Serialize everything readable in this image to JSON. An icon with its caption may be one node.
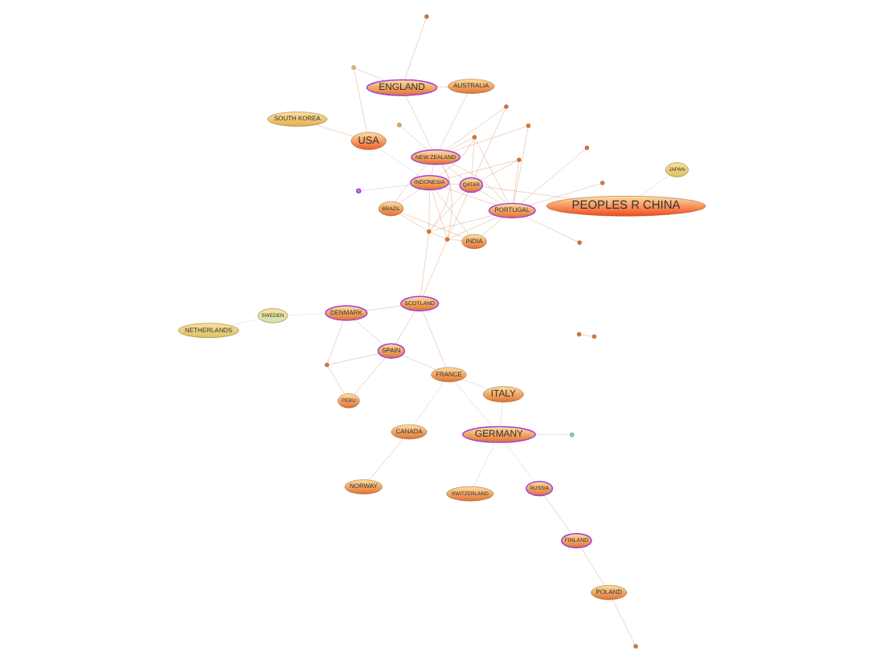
{
  "diagram": {
    "nodes": [
      {
        "text": [
          "NORWAY"
        ]
      },
      {
        "text": [
          "CANADA"
        ]
      },
      {
        "text": [
          "ITALY"
        ]
      },
      {
        "text": [
          "PERU"
        ]
      },
      {
        "text": [
          "RUSSIA"
        ]
      },
      {
        "text": [
          "SPAIN"
        ]
      },
      {
        "text": [
          "SWEDEN"
        ]
      },
      {
        "text": [
          "FRANCE"
        ]
      },
      {
        "text": [
          "FINLAND"
        ]
      },
      {
        "text": [
          "POLAND"
        ]
      },
      {
        "text": [
          "GERMANY"
        ]
      },
      {
        "text": [
          "SWITZERLAND"
        ]
      },
      {
        "text": [
          "SCOTLAND"
        ]
      },
      {
        "text": [
          "DENMARK"
        ]
      },
      {
        "text": [
          "NETHERLANDS"
        ]
      },
      {
        "text": [
          "INDONESIA"
        ]
      },
      {
        "text": [
          "JAPAN"
        ]
      },
      {
        "text": [
          "SOUTH KOREA"
        ]
      },
      {
        "text": [
          "USA"
        ]
      },
      {
        "text": [
          "QATAR"
        ]
      },
      {
        "text": [
          "PEOPLES R CHINA"
        ]
      },
      {
        "text": [
          "BRAZIL"
        ]
      },
      {
        "text": [
          "INDIA"
        ]
      },
      {
        "text": [
          "PORTUGAL"
        ]
      },
      {
        "text": [
          "NEW ZEALAND"
        ]
      },
      {
        "text": [
          "AUSTRALIA"
        ]
      },
      {
        "text": [
          "ENGLAND"
        ]
      },
      {
        "text": [],
        "shape": "circle"
      },
      {
        "text": [],
        "shape": "circle"
      },
      {
        "text": [],
        "shape": "circle"
      },
      {
        "text": [],
        "shape": "circle"
      },
      {
        "text": [],
        "shape": "circle"
      },
      {
        "text": [],
        "shape": "circle"
      },
      {
        "text": [],
        "shape": "circle"
      },
      {
        "text": [],
        "shape": "circle"
      },
      {
        "text": [],
        "shape": "circle"
      },
      {
        "text": [],
        "shape": "circle"
      },
      {
        "text": [],
        "shape": "circle"
      },
      {
        "text": [],
        "shape": "circle"
      },
      {
        "text": [],
        "shape": "circle"
      },
      {
        "text": [],
        "shape": "circle"
      },
      {
        "text": [],
        "shape": "circle"
      },
      {
        "text": [],
        "shape": "circle"
      },
      {
        "text": [],
        "shape": "circle"
      },
      {
        "text": [],
        "shape": "circle"
      }
    ],
    "edges": [
      {
        "from": 0,
        "to": 1,
        "arrow": "none"
      },
      {
        "from": 1,
        "to": 7,
        "arrow": "none",
        "color": "#9ec5e8"
      },
      {
        "from": 2,
        "to": 10,
        "arrow": "none",
        "color": "#9ec5e8"
      },
      {
        "from": 2,
        "to": 7,
        "arrow": "none",
        "color": "#9ec5e8"
      },
      {
        "from": 4,
        "to": 10,
        "arrow": "none",
        "color": "#9ec5e8"
      },
      {
        "from": 4,
        "to": 8,
        "arrow": "none"
      },
      {
        "from": 8,
        "to": 9,
        "arrow": "none"
      },
      {
        "from": 9,
        "to": 32,
        "arrow": "none"
      },
      {
        "from": 29,
        "to": 10,
        "arrow": "none",
        "color": "#9ec5e8"
      },
      {
        "from": 28,
        "to": 15,
        "arrow": "none",
        "color": "#9ec5e8"
      },
      {
        "from": 10,
        "to": 7,
        "arrow": "none",
        "color": "#9ec5e8"
      },
      {
        "from": 10,
        "to": 11,
        "arrow": "none",
        "color": "#9ec5e8"
      },
      {
        "from": 7,
        "to": 5,
        "arrow": "none"
      },
      {
        "from": 7,
        "to": 12,
        "arrow": "none"
      },
      {
        "from": 3,
        "to": 5,
        "arrow": "none"
      },
      {
        "from": 3,
        "to": 27,
        "arrow": "none"
      },
      {
        "from": 5,
        "to": 27,
        "arrow": "none"
      },
      {
        "from": 5,
        "to": 12,
        "arrow": "none"
      },
      {
        "from": 5,
        "to": 13,
        "arrow": "none"
      },
      {
        "from": 12,
        "to": 13,
        "arrow": "none"
      },
      {
        "from": 13,
        "to": 27,
        "arrow": "none"
      },
      {
        "from": 6,
        "to": 13,
        "arrow": "none",
        "color": "#b8e0b0"
      },
      {
        "from": 6,
        "to": 14,
        "arrow": "none",
        "color": "#b8e0b0"
      },
      {
        "from": 16,
        "to": 20,
        "arrow": "none",
        "color": "#9ec5e8"
      },
      {
        "from": 19,
        "to": 20,
        "arrow": "none"
      },
      {
        "from": 15,
        "to": 18,
        "arrow": "none",
        "color": "#9ec5e8"
      },
      {
        "from": 17,
        "to": 18,
        "arrow": "none"
      },
      {
        "from": 18,
        "to": 40,
        "arrow": "none"
      },
      {
        "from": 40,
        "to": 26,
        "arrow": "none"
      },
      {
        "from": 44,
        "to": 26,
        "arrow": "none"
      },
      {
        "from": 26,
        "to": 24,
        "arrow": "none"
      },
      {
        "from": 26,
        "to": 25,
        "arrow": "none"
      },
      {
        "from": 25,
        "to": 24,
        "arrow": "none"
      },
      {
        "from": 23,
        "to": 24,
        "arrow": "none"
      },
      {
        "from": 24,
        "to": 41,
        "arrow": "none"
      },
      {
        "from": 42,
        "to": 43,
        "arrow": "none"
      },
      {
        "from": 15,
        "to": 30,
        "arrow": "none"
      },
      {
        "from": 15,
        "to": 31,
        "arrow": "none"
      },
      {
        "from": 15,
        "to": 33,
        "arrow": "none"
      },
      {
        "from": 15,
        "to": 34,
        "arrow": "none"
      },
      {
        "from": 15,
        "to": 19,
        "arrow": "none"
      },
      {
        "from": 15,
        "to": 21,
        "arrow": "none"
      },
      {
        "from": 15,
        "to": 22,
        "arrow": "none"
      },
      {
        "from": 15,
        "to": 23,
        "arrow": "none"
      },
      {
        "from": 15,
        "to": 24,
        "arrow": "none"
      },
      {
        "from": 30,
        "to": 31,
        "arrow": "none"
      },
      {
        "from": 30,
        "to": 19,
        "arrow": "none"
      },
      {
        "from": 30,
        "to": 22,
        "arrow": "none"
      },
      {
        "from": 30,
        "to": 23,
        "arrow": "none"
      },
      {
        "from": 30,
        "to": 24,
        "arrow": "none"
      },
      {
        "from": 31,
        "to": 19,
        "arrow": "none"
      },
      {
        "from": 31,
        "to": 23,
        "arrow": "none"
      },
      {
        "from": 31,
        "to": 24,
        "arrow": "none"
      },
      {
        "from": 31,
        "to": 21,
        "arrow": "none"
      },
      {
        "from": 33,
        "to": 19,
        "arrow": "none"
      },
      {
        "from": 33,
        "to": 23,
        "arrow": "none"
      },
      {
        "from": 33,
        "to": 24,
        "arrow": "none"
      },
      {
        "from": 34,
        "to": 23,
        "arrow": "none"
      },
      {
        "from": 34,
        "to": 19,
        "arrow": "none"
      },
      {
        "from": 35,
        "to": 23,
        "arrow": "none"
      },
      {
        "from": 36,
        "to": 23,
        "arrow": "none"
      },
      {
        "from": 37,
        "to": 23,
        "arrow": "none"
      },
      {
        "from": 37,
        "to": 24,
        "arrow": "none"
      },
      {
        "from": 21,
        "to": 22,
        "arrow": "none"
      },
      {
        "from": 21,
        "to": 24,
        "arrow": "none"
      },
      {
        "from": 19,
        "to": 23,
        "arrow": "none"
      },
      {
        "from": 19,
        "to": 24,
        "arrow": "none"
      },
      {
        "from": 22,
        "to": 23,
        "arrow": "none"
      },
      {
        "from": 38,
        "to": 24,
        "arrow": "none"
      },
      {
        "from": 38,
        "to": 19,
        "arrow": "none"
      },
      {
        "from": 39,
        "to": 23,
        "arrow": "none"
      },
      {
        "from": 12,
        "to": 30,
        "arrow": "none"
      },
      {
        "from": 12,
        "to": 31,
        "arrow": "none"
      }
    ]
  }
}
